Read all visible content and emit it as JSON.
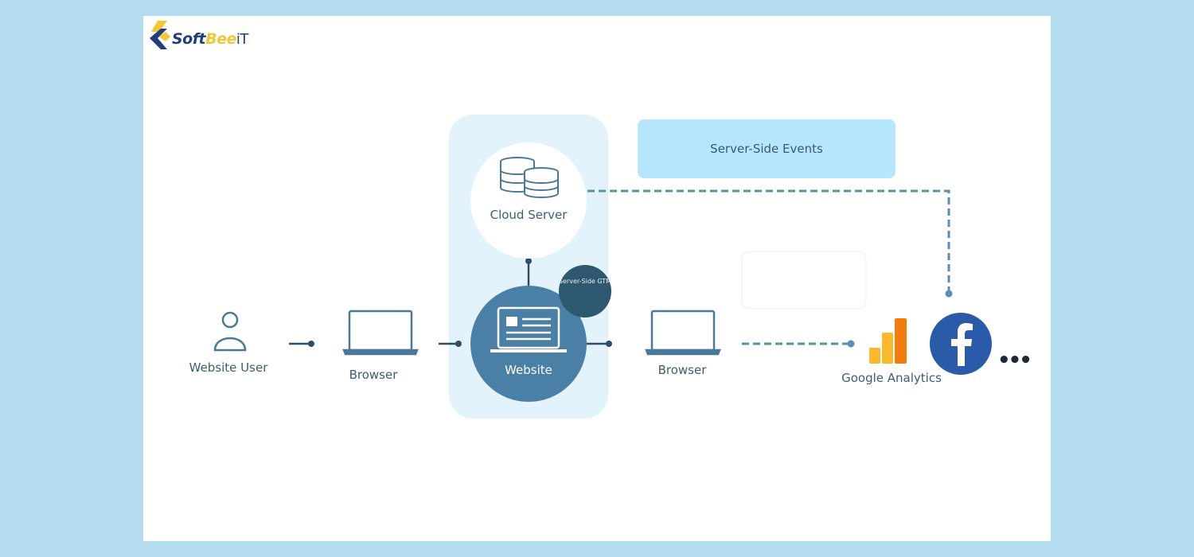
{
  "brand": {
    "part1": "Soft",
    "part2": "Bee",
    "part3": "iT"
  },
  "nodes": {
    "website_user": "Website User",
    "browser_left": "Browser",
    "cloud_server": "Cloud Server",
    "website": "Website",
    "server_side_gtm": "Server-Side GTM",
    "browser_right": "Browser",
    "google_analytics": "Google Analytics",
    "more": "•••"
  },
  "server_side_events": "Server-Side Events",
  "icons": {
    "user": "user-icon",
    "browser": "laptop-icon",
    "database": "database-icon",
    "website": "web-page-icon",
    "analytics": "google-analytics-icon",
    "facebook": "facebook-icon"
  },
  "colors": {
    "background": "#b3dcee",
    "canvas": "#ffffff",
    "zone": "#e3f3fb",
    "events_box": "#b6e6fb",
    "website_circle": "#4a7fa6",
    "gtm_circle": "#2d5870",
    "line": "#4a7898",
    "dashed": "#5a8fb5",
    "facebook": "#2a5ba8",
    "analytics_orange": "#f37c0c",
    "analytics_yellow": "#f9b92a"
  }
}
